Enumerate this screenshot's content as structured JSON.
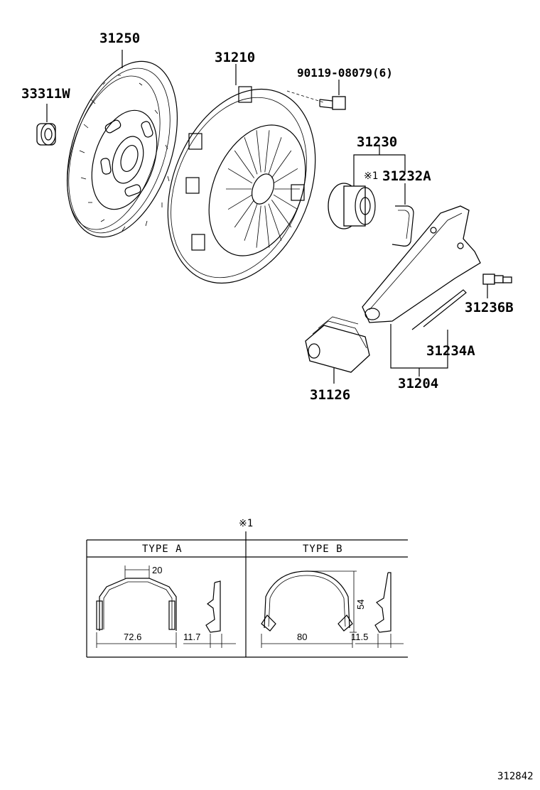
{
  "parts": {
    "p31250": "31250",
    "p33311W": "33311W",
    "p31210": "31210",
    "p90119": "90119-08079(6)",
    "p31230": "31230",
    "p31232A": "31232A",
    "p31236B": "31236B",
    "p31234A": "31234A",
    "p31204": "31204",
    "p31126": "31126",
    "note_mark": "※1"
  },
  "table": {
    "ref_mark": "※1",
    "type_a": "TYPE A",
    "type_b": "TYPE B",
    "a_dim_top": "20",
    "a_dim_width": "72.6",
    "a_dim_side": "11.7",
    "b_dim_width": "80",
    "b_dim_height": "54",
    "b_dim_side": "11.5"
  },
  "diagram_id": "312842"
}
